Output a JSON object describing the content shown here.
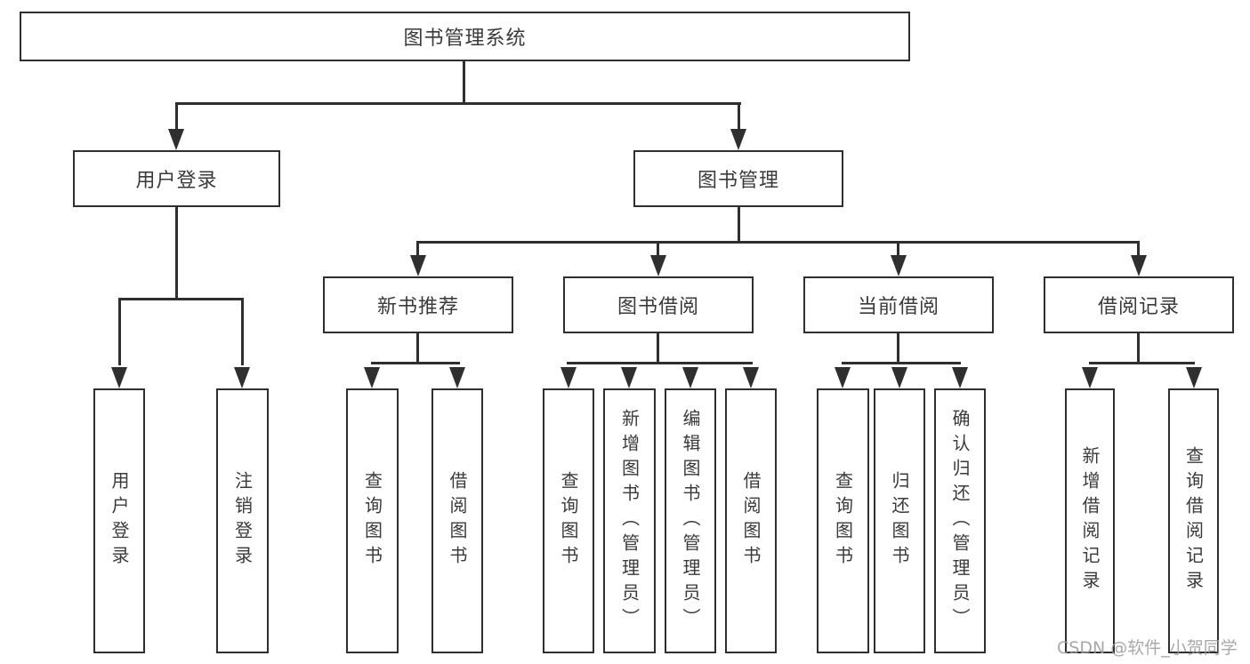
{
  "tree": {
    "root": {
      "label": "图书管理系统",
      "children": [
        {
          "label": "用户登录",
          "children": [
            {
              "label": "用户登录"
            },
            {
              "label": "注销登录"
            }
          ]
        },
        {
          "label": "图书管理",
          "children": [
            {
              "label": "新书推荐",
              "children": [
                {
                  "label": "查询图书"
                },
                {
                  "label": "借阅图书"
                }
              ]
            },
            {
              "label": "图书借阅",
              "children": [
                {
                  "label": "查询图书"
                },
                {
                  "label": "新增图书（管理员）"
                },
                {
                  "label": "编辑图书（管理员）"
                },
                {
                  "label": "借阅图书"
                }
              ]
            },
            {
              "label": "当前借阅",
              "children": [
                {
                  "label": "查询图书"
                },
                {
                  "label": "归还图书"
                },
                {
                  "label": "确认归还（管理员）"
                }
              ]
            },
            {
              "label": "借阅记录",
              "children": [
                {
                  "label": "新增借阅记录"
                },
                {
                  "label": "查询借阅记录"
                }
              ]
            }
          ]
        }
      ]
    }
  },
  "watermark": {
    "text": "CSDN @软件_小贺同学"
  },
  "colors": {
    "line": "#2f2f2f",
    "text": "#3a3a3a",
    "watermark": "#9a9a9a",
    "background": "#ffffff"
  }
}
